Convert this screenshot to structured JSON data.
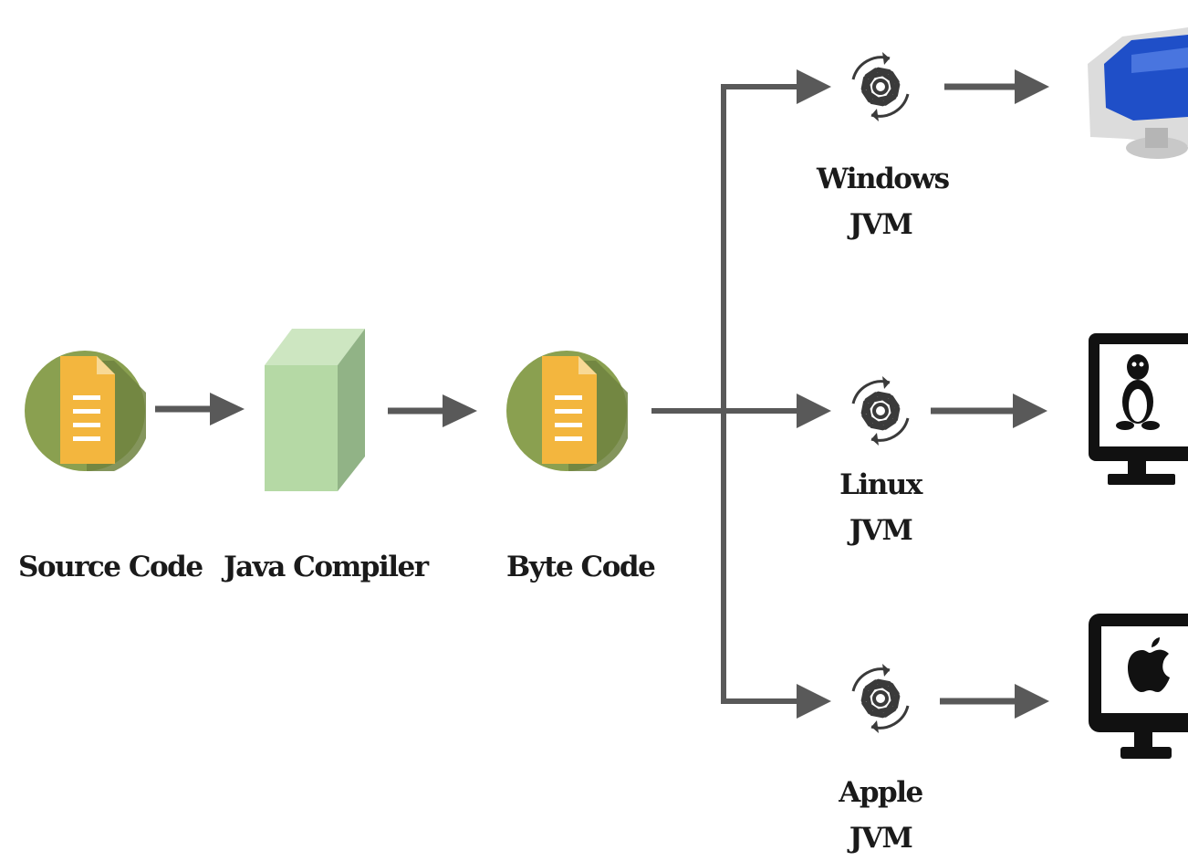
{
  "stages": {
    "source_code": "Source Code",
    "java_compiler": "Java Compiler",
    "byte_code": "Byte Code"
  },
  "jvms": [
    {
      "name": "Windows",
      "suffix": "JVM",
      "target": "windows-computer"
    },
    {
      "name": "Linux",
      "suffix": "JVM",
      "target": "linux-computer"
    },
    {
      "name": "Apple",
      "suffix": "JVM",
      "target": "apple-computer"
    }
  ],
  "colors": {
    "circle": "#8aa050",
    "circle_shadow": "#6e8340",
    "document": "#f3b63e",
    "cube_front": "#b5d9a5",
    "cube_top": "#cde6c1",
    "cube_side": "#91b386",
    "arrow": "#595959",
    "gear": "#3a3a3a",
    "monitor": "#111111",
    "windows_screen": "#1f4fc8"
  }
}
